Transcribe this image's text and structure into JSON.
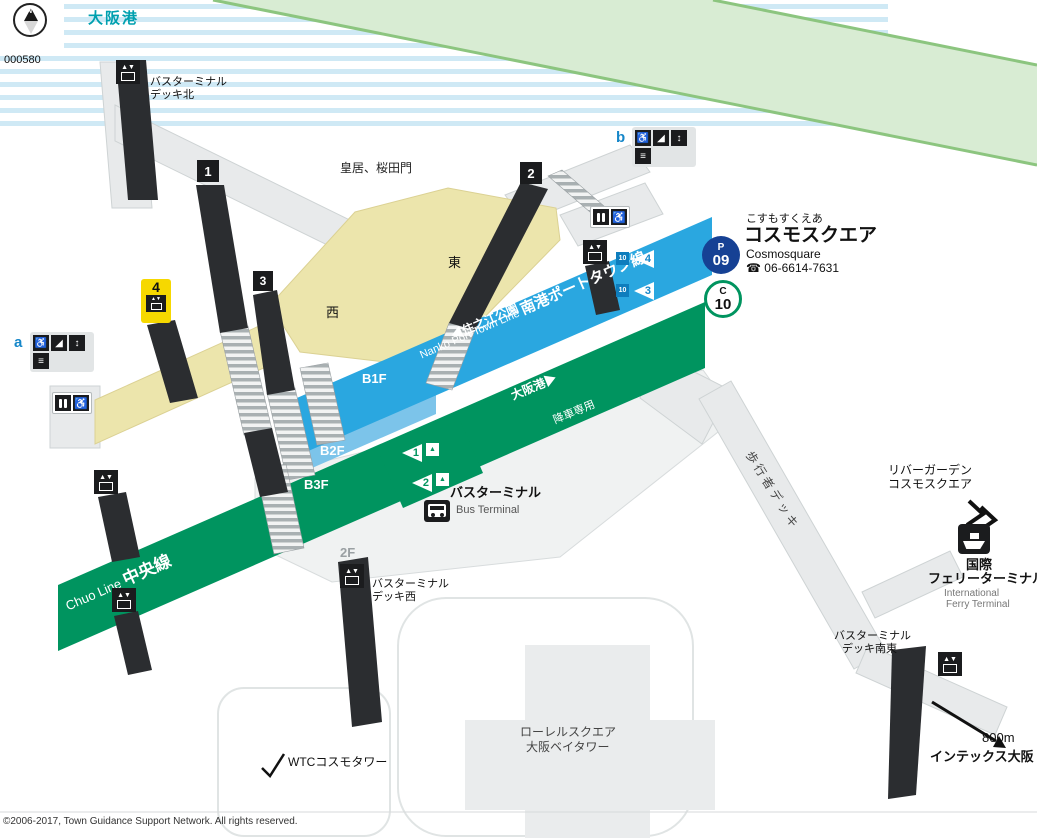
{
  "compass": {
    "n": "N",
    "code": "000580"
  },
  "top": {
    "water": "大阪港",
    "landmark": "皇居、桜田門"
  },
  "station": {
    "kana": "こすもすくえあ",
    "name": "コスモスクエア",
    "en": "Cosmosquare",
    "phone": "☎ 06-6614-7631",
    "badge_p": {
      "letter": "P",
      "number": "09",
      "color": "#164194"
    },
    "badge_c": {
      "letter": "C",
      "number": "10",
      "color": "#00945f"
    }
  },
  "lines": {
    "nanko": {
      "en": "Nanko Port Town Line ",
      "ja": "南港ポートタウン線",
      "color": "#2aa7e0",
      "dir": "◀住之江公園",
      "p4": "4",
      "p3": "3",
      "esc": "10"
    },
    "chuo": {
      "en": "Chuo Line ",
      "ja": "中央線",
      "color": "#00945f",
      "dir": "大阪港▶",
      "dropoff": "降車専用",
      "p1": "1",
      "p2": "2"
    }
  },
  "floors": {
    "b1": "B1F",
    "b2": "B2F",
    "b3": "B3F",
    "f2": "2F"
  },
  "entrances": {
    "e1": "1",
    "e2": "2",
    "e3": "3",
    "e4": "4"
  },
  "exits": {
    "a": "a",
    "b": "b"
  },
  "places": {
    "deck_north1": "バスターミナル",
    "deck_north2": "デッキ北",
    "deck_west1": "バスターミナル",
    "deck_west2": "デッキ西",
    "deck_se1": "バスターミナル",
    "deck_se2": "デッキ南東",
    "bus_ja": "バスターミナル",
    "bus_en": "Bus Terminal",
    "east": "東",
    "west": "西",
    "ped_deck": "歩行者デッキ",
    "river1": "リバーガーデン",
    "river2": "コスモスクエア",
    "ferry_ja1": "国際",
    "ferry_ja2": "フェリーターミナル",
    "ferry_en1": "International",
    "ferry_en2": "Ferry Terminal",
    "wtc": "WTCコスモタワー",
    "laurel1": "ローレルスクエア",
    "laurel2": "大阪ベイタワー",
    "intex": "インテックス大阪",
    "intex_dist": "800m"
  },
  "icons": {
    "wheelchair": "♿",
    "escalator": "◢",
    "elevator": "↕",
    "stairs": "≡",
    "elevator_arrows": "▲▼",
    "up": "▲"
  },
  "footer": {
    "copyright": "©2006-2017, Town Guidance Support Network. All rights reserved."
  }
}
